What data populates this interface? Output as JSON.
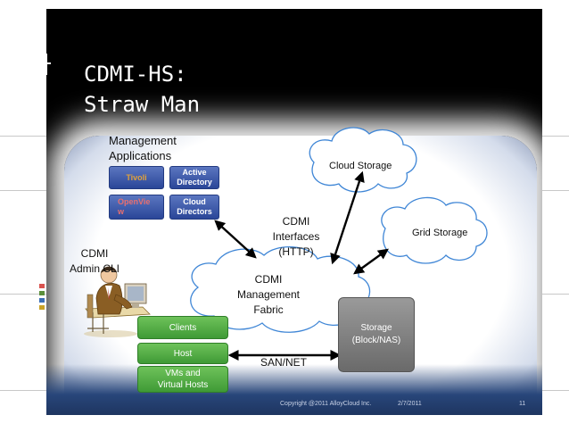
{
  "slide": {
    "title_line1": "CDMI-HS:",
    "title_line2": "Straw Man"
  },
  "management": {
    "label_line1": "Management",
    "label_line2": "Applications",
    "apps": [
      "Tivoli",
      "Active Directory",
      "OpenView",
      "Cloud Directors"
    ],
    "apps_display": {
      "tivoli": "Tivoli",
      "active_1": "Active",
      "active_2": "Directory",
      "openview_1": "OpenVie",
      "openview_2": "w",
      "cloud_1": "Cloud",
      "cloud_2": "Directors"
    }
  },
  "clouds": {
    "cloud_storage": "Cloud Storage",
    "grid_storage": "Grid Storage",
    "fabric_line1": "CDMI",
    "fabric_line2": "Management",
    "fabric_line3": "Fabric"
  },
  "interfaces": {
    "line1": "CDMI",
    "line2": "Interfaces",
    "line3": "(HTTP)"
  },
  "admin": {
    "line1": "CDMI",
    "line2": "Admin CLI"
  },
  "host_stack": {
    "clients": "Clients",
    "host": "Host",
    "vms_line1": "VMs and",
    "vms_line2": "Virtual Hosts"
  },
  "storage": {
    "line1": "Storage",
    "line2": "(Block/NAS)"
  },
  "san_label": "SAN/NET",
  "footer": {
    "copyright": "Copyright @2011 AlloyCloud Inc.",
    "date": "2/7/2011",
    "page": "11"
  },
  "icons": {
    "admin_person": "person-at-computer-icon"
  },
  "colors": {
    "app_tivoli": "#e0a23c",
    "app_openview": "#e86f6f",
    "app_white": "#ffffff",
    "green_box": "#4fa843",
    "storage_box": "#7d7d7d",
    "slide_bg": "#000000"
  }
}
